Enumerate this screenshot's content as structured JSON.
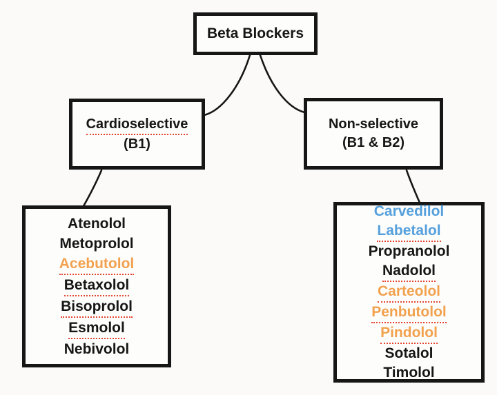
{
  "palette": {
    "ink": "#161616",
    "background": "#fbfaf9",
    "orange": "#F2A14E",
    "blue": "#55A0DC",
    "squiggle_red": "#E5432F"
  },
  "root": {
    "label": "Beta Blockers",
    "color": "#161616",
    "underline": false
  },
  "branches": [
    {
      "label": "Cardioselective",
      "sublabel": "(B1)",
      "color": "#161616",
      "underline": true
    },
    {
      "label": "Non-selective",
      "sublabel": "(B1 & B2)",
      "color": "#161616",
      "underline": false
    }
  ],
  "lists": [
    {
      "items": [
        {
          "text": "Atenolol",
          "color": "#161616",
          "underline": false
        },
        {
          "text": "Metoprolol",
          "color": "#161616",
          "underline": false
        },
        {
          "text": "Acebutolol",
          "color": "#F2A14E",
          "underline": true
        },
        {
          "text": "Betaxolol",
          "color": "#161616",
          "underline": true
        },
        {
          "text": "Bisoprolol",
          "color": "#161616",
          "underline": true
        },
        {
          "text": "Esmolol",
          "color": "#161616",
          "underline": true
        },
        {
          "text": "Nebivolol",
          "color": "#161616",
          "underline": false
        }
      ]
    },
    {
      "items": [
        {
          "text": "Carvedilol",
          "color": "#55A0DC",
          "underline": false
        },
        {
          "text": "Labetalol",
          "color": "#55A0DC",
          "underline": true
        },
        {
          "text": "Propranolol",
          "color": "#161616",
          "underline": false
        },
        {
          "text": "Nadolol",
          "color": "#161616",
          "underline": true
        },
        {
          "text": "Carteolol",
          "color": "#F2A14E",
          "underline": true
        },
        {
          "text": "Penbutolol",
          "color": "#F2A14E",
          "underline": true
        },
        {
          "text": "Pindolol",
          "color": "#F2A14E",
          "underline": true
        },
        {
          "text": "Sotalol",
          "color": "#161616",
          "underline": false
        },
        {
          "text": "Timolol",
          "color": "#161616",
          "underline": false
        }
      ]
    }
  ]
}
